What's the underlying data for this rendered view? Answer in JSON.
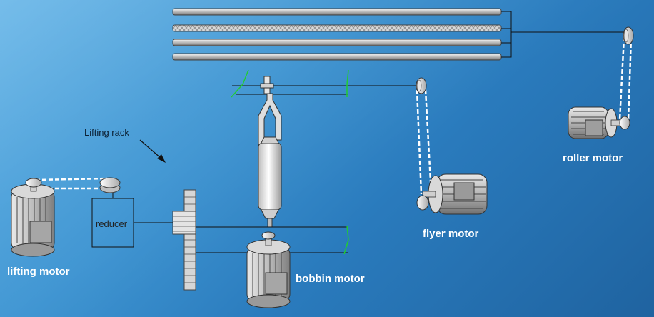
{
  "labels": {
    "lifting_rack": "Lifting rack",
    "reducer": "reducer",
    "lifting_motor": "lifting motor",
    "bobbin_motor": "bobbin motor",
    "flyer_motor": "flyer motor",
    "roller_motor": "roller motor"
  },
  "colors": {
    "background_light": "#5bb0e6",
    "background_dark": "#1f63a0",
    "bracket_green": "#22cc33",
    "belt": "#ffffff",
    "metal": "#cfcfcf"
  }
}
